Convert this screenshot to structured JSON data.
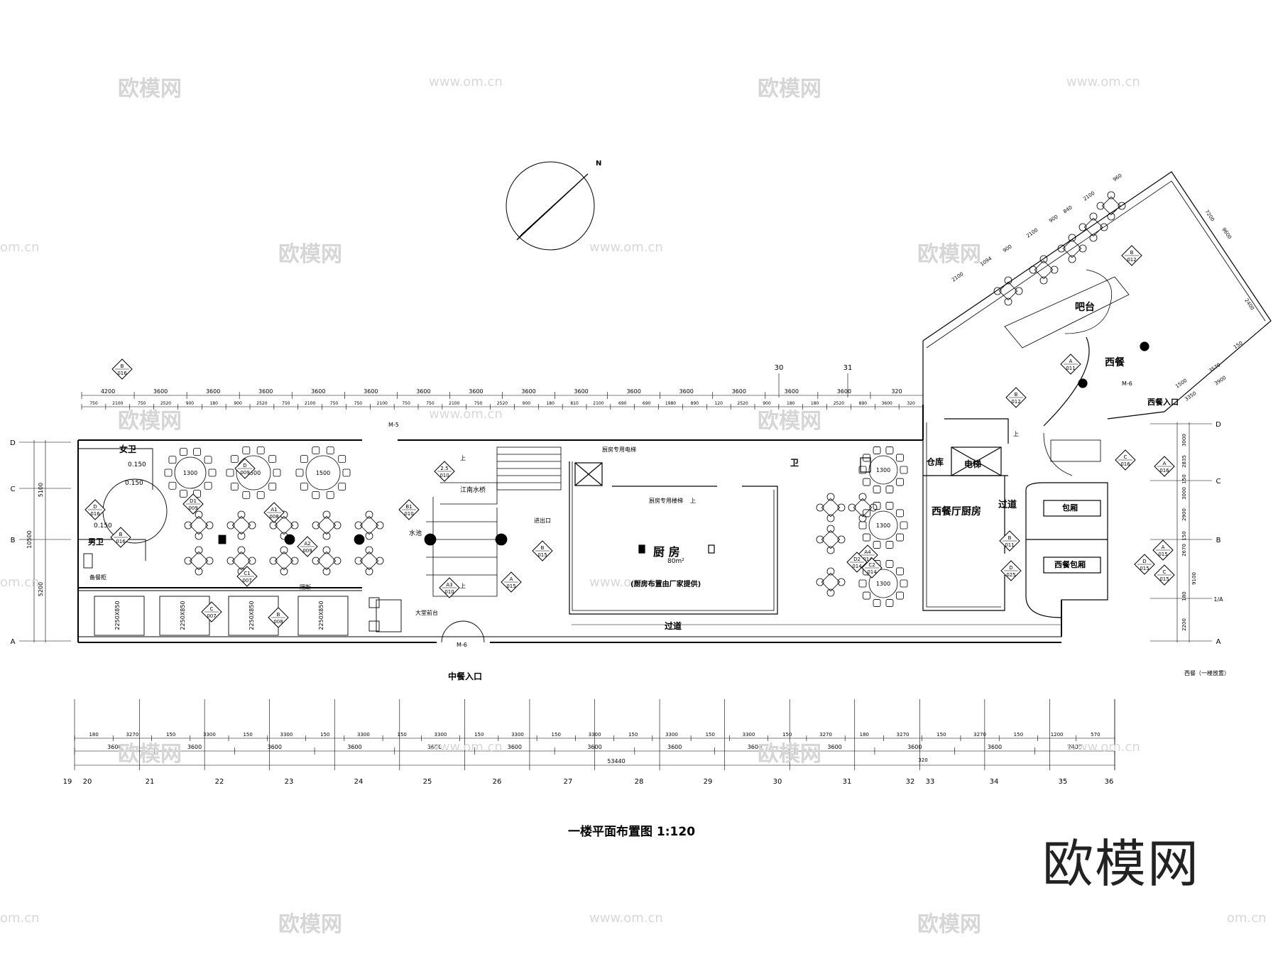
{
  "drawing": {
    "title": "一楼平面布置图 1:120",
    "brand": "欧模网",
    "north_label": "N",
    "watermark_site": "欧模网",
    "watermark_url": "www.om.cn",
    "watermark_edge": "om.cn"
  },
  "rooms": {
    "kitchen": "厨 房",
    "kitchen_area": "80m²",
    "kitchen_note": "(厨房布置由厂家提供)",
    "western_kitchen": "西餐厅厨房",
    "storage": "仓库",
    "elevator": "电梯",
    "corridor_right": "过道",
    "corridor_bottom": "过道",
    "bar": "吧台",
    "western_dining": "西餐",
    "western_entrance": "西餐入口",
    "private_room": "包厢",
    "western_private_room": "西餐包厢",
    "restroom_small": "卫",
    "womens_restroom": "女卫",
    "mens_restroom": "男卫",
    "chinese_entrance": "中餐入口",
    "bridge": "江南水桥",
    "pool": "水池",
    "exit": "进出口",
    "kitchen_elevator": "厨房专用电梯",
    "kitchen_stair": "厨房专用楼梯",
    "screen": "隔断",
    "lobby_desk": "大堂前台",
    "prep_table": "备餐柜",
    "up1": "上",
    "up2": "上",
    "up3": "上",
    "up4": "上",
    "small_note": "西餐（一楼放置）"
  },
  "doors": {
    "m5": "M-5",
    "m6a": "M-6",
    "m6b": "M-6"
  },
  "levels": {
    "a": "0.150",
    "b": "0.150",
    "c": "0.150"
  },
  "table_sizes": {
    "round_1300": "1300",
    "round_1500": "1500",
    "booth_2250": "2250X850"
  },
  "axes_bottom": [
    "19",
    "20",
    "21",
    "22",
    "23",
    "24",
    "25",
    "26",
    "27",
    "28",
    "29",
    "30",
    "31",
    "32",
    "33",
    "34",
    "35",
    "36"
  ],
  "axes_top": [
    "30",
    "31"
  ],
  "axes_side": [
    "D",
    "C",
    "B",
    "A"
  ],
  "axes_side_right": [
    "D",
    "C",
    "B",
    "1/A",
    "A"
  ],
  "dims_top_main": [
    "4200",
    "3600",
    "3600",
    "3600",
    "3600",
    "3600",
    "3600",
    "3600",
    "3600",
    "3600",
    "3600",
    "3600",
    "3600",
    "3600",
    "3600",
    "320"
  ],
  "dims_top_sub": [
    "750",
    "2100",
    "750",
    "2520",
    "900",
    "180",
    "900",
    "2520",
    "750",
    "2100",
    "750",
    "750",
    "2100",
    "750",
    "750",
    "2100",
    "750",
    "2520",
    "900",
    "180",
    "810",
    "2100",
    "690",
    "690",
    "1980",
    "890",
    "120",
    "2520",
    "900",
    "180",
    "180",
    "2520",
    "890",
    "3600",
    "320"
  ],
  "dims_bottom_clear": [
    "180",
    "3270",
    "150",
    "3300",
    "150",
    "3300",
    "150",
    "3300",
    "150",
    "3300",
    "150",
    "3300",
    "150",
    "3300",
    "150",
    "3300",
    "150",
    "3300",
    "150",
    "3270",
    "180",
    "3270",
    "150",
    "3270",
    "150",
    "1200",
    "570"
  ],
  "dims_bottom_bay": [
    "3600",
    "3600",
    "3600",
    "3600",
    "3600",
    "3600",
    "3600",
    "3600",
    "3600",
    "3600",
    "3600",
    "3600",
    "2400"
  ],
  "dim_total": "53440",
  "dim_gap": "320",
  "dims_left": [
    "5100",
    "10500",
    "5200"
  ],
  "dims_right": [
    "3000",
    "2835",
    "150",
    "3000",
    "2900",
    "150",
    "2670",
    "9100",
    "180",
    "2200"
  ],
  "dims_wing": [
    "2100",
    "1094",
    "900",
    "2100",
    "900",
    "840",
    "2100",
    "960",
    "7200",
    "9600",
    "2400",
    "3570",
    "3900",
    "150",
    "1500",
    "3350"
  ],
  "details": [
    {
      "top": "B",
      "bottom": "016"
    },
    {
      "top": "D",
      "bottom": "009"
    },
    {
      "top": "D1",
      "bottom": "009"
    },
    {
      "top": "A1",
      "bottom": "008"
    },
    {
      "top": "C1",
      "bottom": "007"
    },
    {
      "top": "C",
      "bottom": "007"
    },
    {
      "top": "B",
      "bottom": "008"
    },
    {
      "top": "A2",
      "bottom": "009"
    },
    {
      "top": "2.5",
      "bottom": "010"
    },
    {
      "top": "B1",
      "bottom": "010"
    },
    {
      "top": "A3",
      "bottom": "010"
    },
    {
      "top": "A",
      "bottom": "015"
    },
    {
      "top": "B",
      "bottom": "015"
    },
    {
      "top": "A4",
      "bottom": "014"
    },
    {
      "top": "D2",
      "bottom": "014"
    },
    {
      "top": "C2",
      "bottom": "014"
    },
    {
      "top": "B",
      "bottom": "012"
    },
    {
      "top": "A",
      "bottom": "011"
    },
    {
      "top": "B",
      "bottom": "011"
    },
    {
      "top": "D",
      "bottom": "025"
    },
    {
      "top": "C",
      "bottom": "016"
    },
    {
      "top": "A",
      "bottom": "016"
    },
    {
      "top": "A",
      "bottom": "015"
    },
    {
      "top": "D",
      "bottom": "015"
    },
    {
      "top": "C",
      "bottom": "015"
    },
    {
      "top": "D",
      "bottom": "016"
    },
    {
      "top": "B",
      "bottom": "016"
    },
    {
      "top": "B",
      "bottom": "012"
    }
  ]
}
